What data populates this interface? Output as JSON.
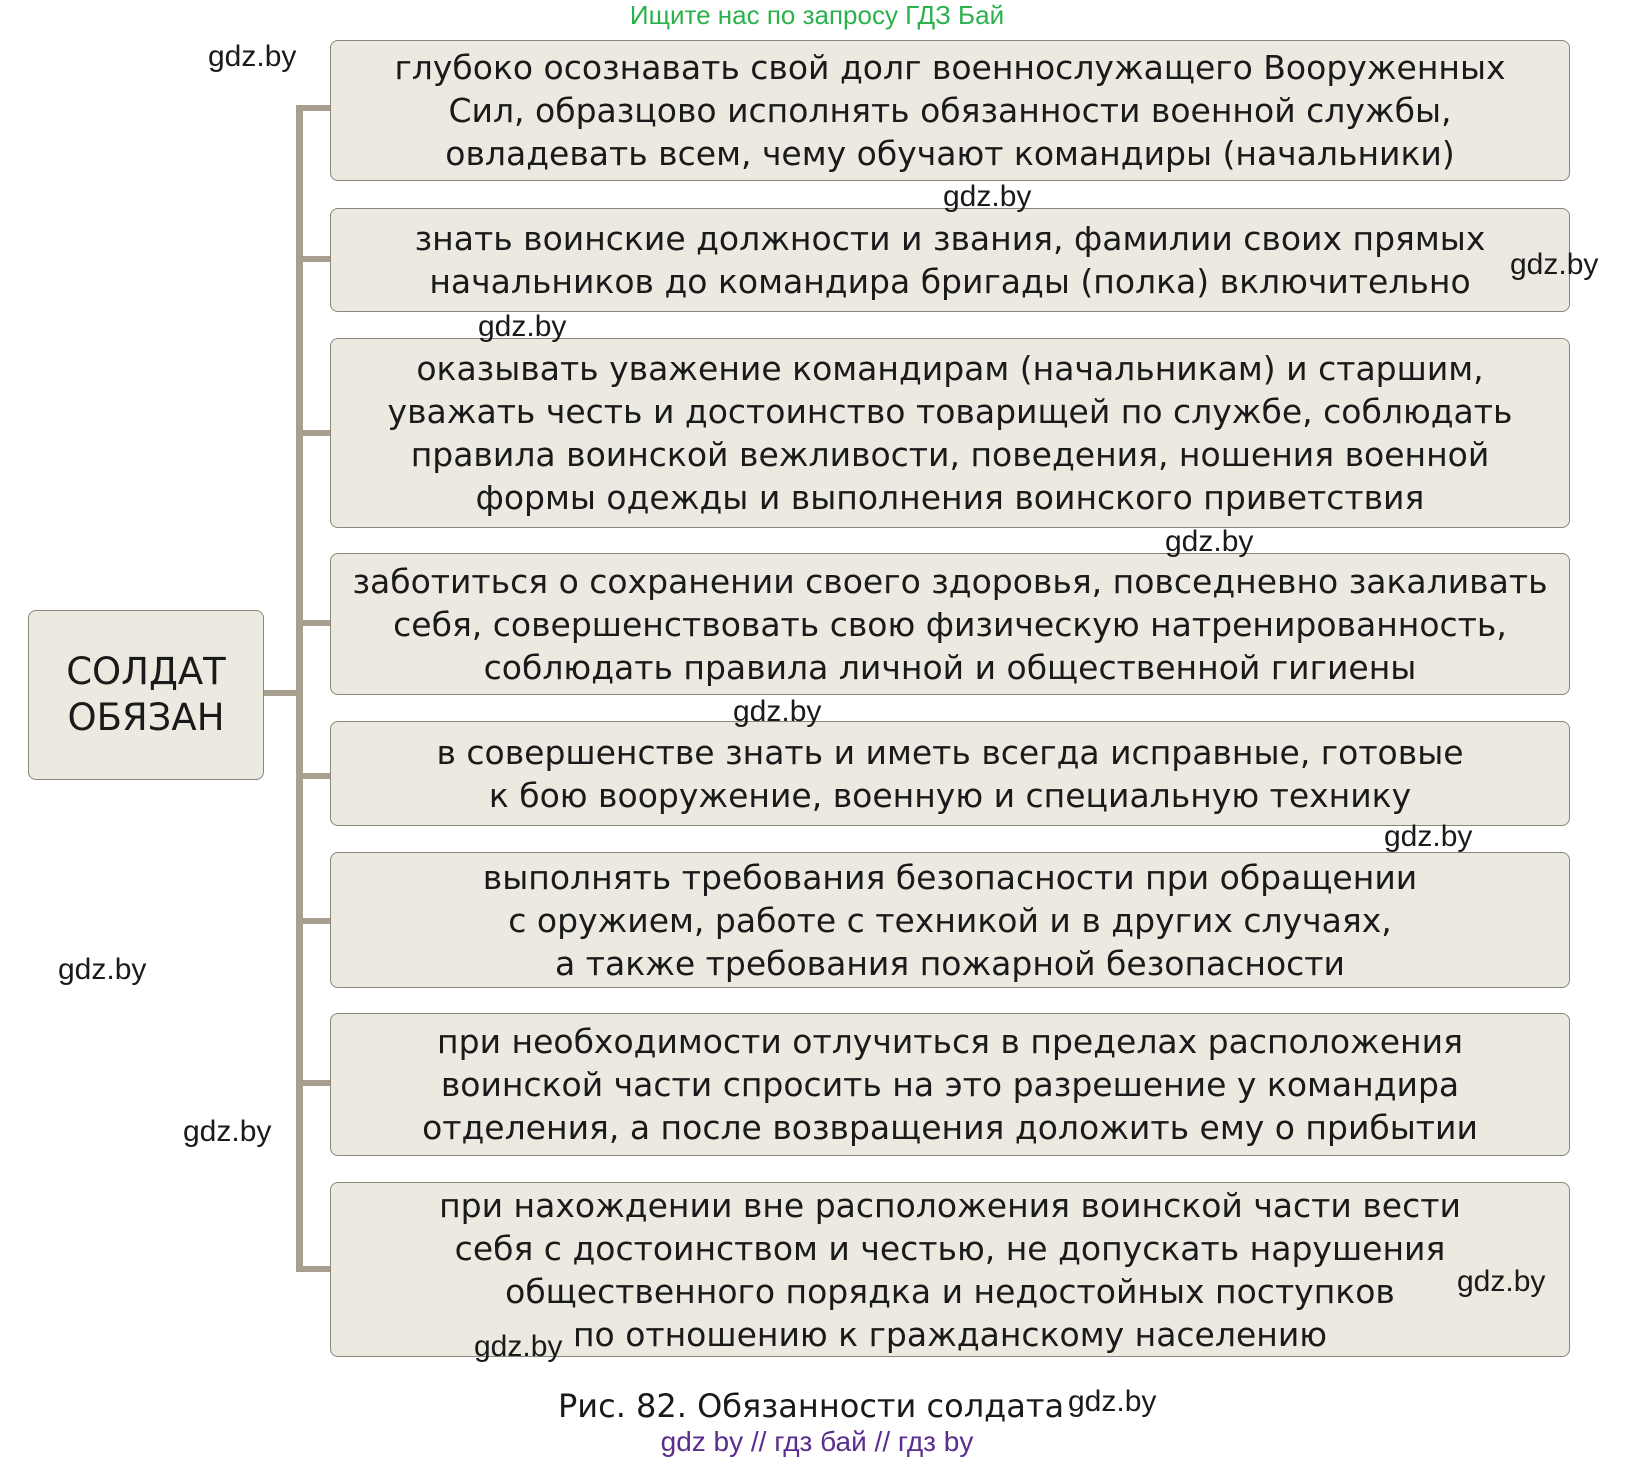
{
  "banner": "Ищите нас по запросу ГДЗ Бай",
  "root": "СОЛДАТ\nОБЯЗАН",
  "items": [
    "глубоко осознавать свой долг военнослужащего Вооруженных\nСил, образцово исполнять обязанности военной службы,\nовладевать всем, чему обучают командиры (начальники)",
    "знать воинские должности и звания, фамилии своих прямых\nначальников до командира бригады (полка) включительно",
    "оказывать уважение командирам (начальникам) и старшим,\nуважать честь и достоинство товарищей по службе, соблюдать\nправила воинской вежливости, поведения, ношения военной\nформы одежды и выполнения воинского приветствия",
    "заботиться о сохранении своего здоровья, повседневно закаливать\nсебя, совершенствовать свою физическую натренированность,\nсоблюдать правила личной и общественной гигиены",
    "в совершенстве знать и иметь всегда исправные, готовые\nк бою вооружение, военную и специальную технику",
    "выполнять требования безопасности при обращении\nс оружием, работе с техникой и в других случаях,\nа также требования пожарной безопасности",
    "при необходимости отлучиться в пределах расположения\nвоинской части спросить на это разрешение у командира\nотделения, а после возвращения доложить ему о прибытии",
    "при нахождении вне расположения воинской части вести\nсебя с достоинством и честью, не допускать нарушения\nобщественного порядка и недостойных поступков\nпо отношению к гражданскому населению"
  ],
  "watermark": "gdz.by",
  "caption": "Рис. 82. Обязанности солдата",
  "footer": "gdz by  //  гдз бай  //  гдз by",
  "colors": {
    "box_fill": "#ece9e1",
    "box_border": "#8b8778",
    "connector": "#a89f91",
    "banner": "#2bb24c",
    "footer": "#5b2d8e"
  }
}
